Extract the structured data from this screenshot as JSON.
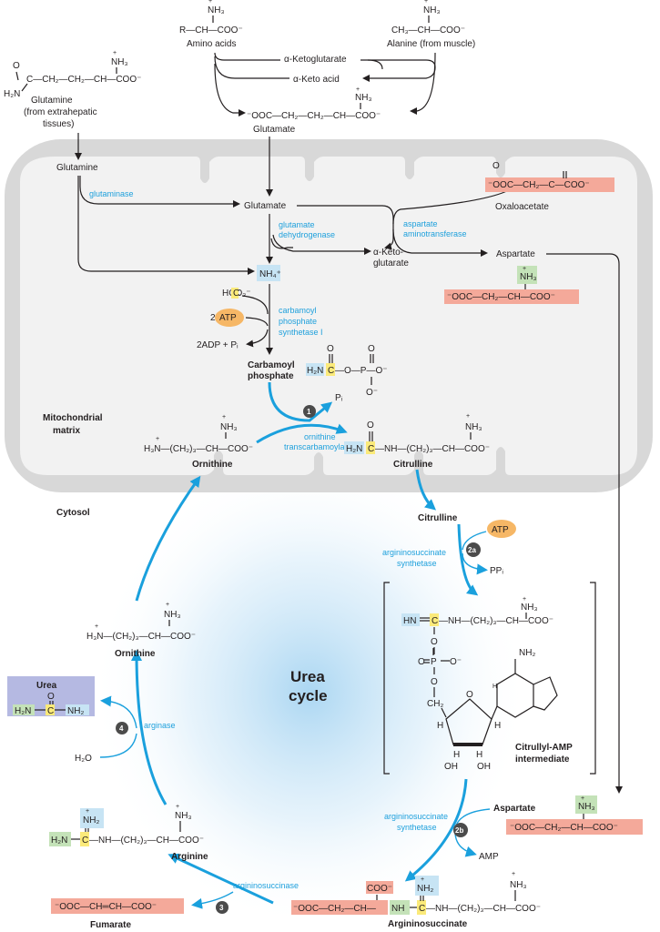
{
  "labels": {
    "mito": "Mitochondrial",
    "matrix": "matrix",
    "cytosol": "Cytosol",
    "urea_cycle_1": "Urea",
    "urea_cycle_2": "cycle"
  },
  "top": {
    "nh3": "NH₃",
    "plus": "+",
    "amino_formula": "R—CH—COO⁻",
    "amino_name": "Amino acids",
    "ala_formula": "CH₃—CH—COO⁻",
    "ala_name": "Alanine (from muscle)",
    "akg": "α-Ketoglutarate",
    "aka": "α-Keto acid",
    "glu_formula": "⁻OOC—CH₂—CH₂—CH—COO⁻",
    "glu_name": "Glutamate",
    "gln_formula": "C—CH₂—CH₂—CH—COO⁻",
    "gln_o": "O",
    "gln_h2n": "H₂N",
    "gln_name1": "Glutamine",
    "gln_name2": "(from extrahepatic",
    "gln_name3": "tissues)"
  },
  "mito_contents": {
    "glutamine": "Glutamine",
    "glutaminase": "glutaminase",
    "glutamate": "Glutamate",
    "gdh1": "glutamate",
    "gdh2": "dehydrogenase",
    "nh4": "NH₄⁺",
    "oaa_formula": "⁻OOC—CH₂—C—COO⁻",
    "oaa_o": "O",
    "oaa_name": "Oxaloacetate",
    "ast1": "aspartate",
    "ast2": "aminotransferase",
    "akg1": "α-Keto-",
    "akg2": "glutarate",
    "asp": "Aspartate",
    "asp_formula": "⁻OOC—CH₂—CH—COO⁻",
    "hco3": "HCO₃⁻",
    "atp": "ATP",
    "two": "2",
    "adp": "2ADP + Pᵢ",
    "cps1": "carbamoyl",
    "cps2": "phosphate",
    "cps3": "synthetase I",
    "cp1": "Carbamoyl",
    "cp2": "phosphate",
    "cp_h2n": "H₂N",
    "cp_c": "C",
    "cp_rest": "—O—P—O⁻",
    "o": "O",
    "ominus": "O⁻",
    "pi": "Pᵢ",
    "step1": "1",
    "orn_formula": "H₃N—(CH₂)₃—CH—COO⁻",
    "orn_name": "Ornithine",
    "otc1": "ornithine",
    "otc2": "transcarbamoylase",
    "cit_h2n": "H₂N",
    "cit_c": "C",
    "cit_rest": "—NH—(CH₂)₃—CH—COO⁻",
    "cit_name": "Citrulline"
  },
  "cytosol_contents": {
    "citrulline": "Citrulline",
    "atp": "ATP",
    "step2a": "2a",
    "ass1": "argininosuccinate",
    "ass2": "synthetase",
    "ppi": "PPᵢ",
    "hn": "HN",
    "c": "C",
    "int_rest": "—NH—(CH₂)₃—CH—COO⁻",
    "o": "O",
    "p": "P",
    "ominus": "O⁻",
    "nh2": "NH₂",
    "ch2": "CH₂",
    "h": "H",
    "oh": "OH",
    "int_name1": "Citrullyl-AMP",
    "int_name2": "intermediate",
    "asp": "Aspartate",
    "asp_formula": "⁻OOC—CH₂—CH—COO⁻",
    "step2b": "2b",
    "amp": "AMP",
    "as_formula_a": "⁻OOC—CH₂—CH—",
    "as_nh": "NH",
    "as_c": "C",
    "as_rest": "—NH—(CH₂)₃—CH—COO⁻",
    "coo": "COO⁻",
    "as_name": "Argininosuccinate",
    "asl": "argininosuccinase",
    "step3": "3",
    "fum_formula": "⁻OOC—CH═CH—COO⁻",
    "fum_name": "Fumarate",
    "arg_h2n": "H₂N",
    "arg_c": "C",
    "arg_rest": "—NH—(CH₂)₃—CH—COO⁻",
    "arg_name": "Arginine",
    "arginase": "arginase",
    "step4": "4",
    "h2o": "H₂O",
    "urea": "Urea",
    "urea_h2n": "H₂N",
    "urea_c": "C",
    "urea_nh2": "NH₂",
    "orn_formula": "H₃N—(CH₂)₃—CH—COO⁻",
    "orn_name": "Ornithine"
  },
  "colors": {
    "enzyme": "#1ea0dc",
    "cycle_arrow": "#1aa0dd",
    "mito_membrane": "#d8d8d8",
    "mito_matrix": "#f2f2f2",
    "carbon_highlight": "#fbea7a",
    "nitrogen_blue": "#c7e4f4",
    "nitrogen_green": "#c4e2b8",
    "aspartate_salmon": "#f4a99a",
    "atp_orange": "#f6b766",
    "urea_box": "#b5b9e2"
  }
}
